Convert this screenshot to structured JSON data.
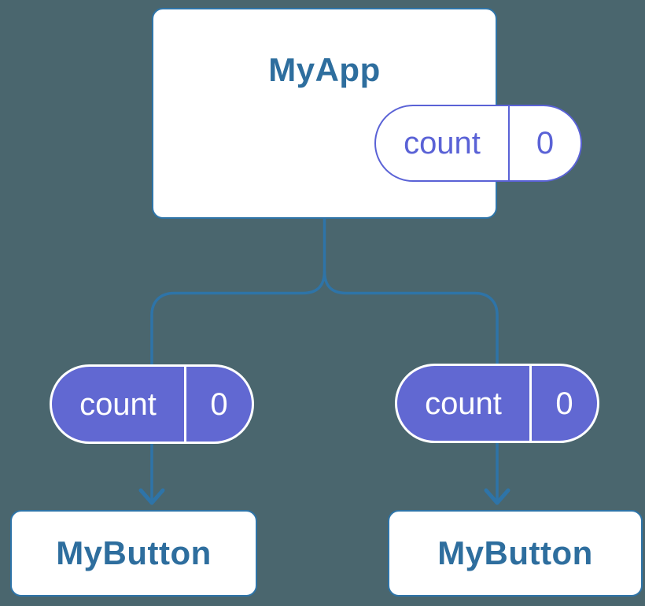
{
  "diagram": {
    "kind": "component-tree",
    "parent": {
      "title": "MyApp",
      "prop": {
        "name": "count",
        "value": "0"
      }
    },
    "children": [
      {
        "title": "MyButton",
        "prop": {
          "name": "count",
          "value": "0"
        }
      },
      {
        "title": "MyButton",
        "prop": {
          "name": "count",
          "value": "0"
        }
      }
    ],
    "colors": {
      "background": "#4A666E",
      "connector_blue": "#2E74A8",
      "component_title_blue": "#2E6E9E",
      "prop_indigo": "#6168D2",
      "prop_outline_indigo": "#5A62D6",
      "box_fill": "#FFFFFF",
      "prop_text_on_fill": "#FFFFFF"
    }
  }
}
